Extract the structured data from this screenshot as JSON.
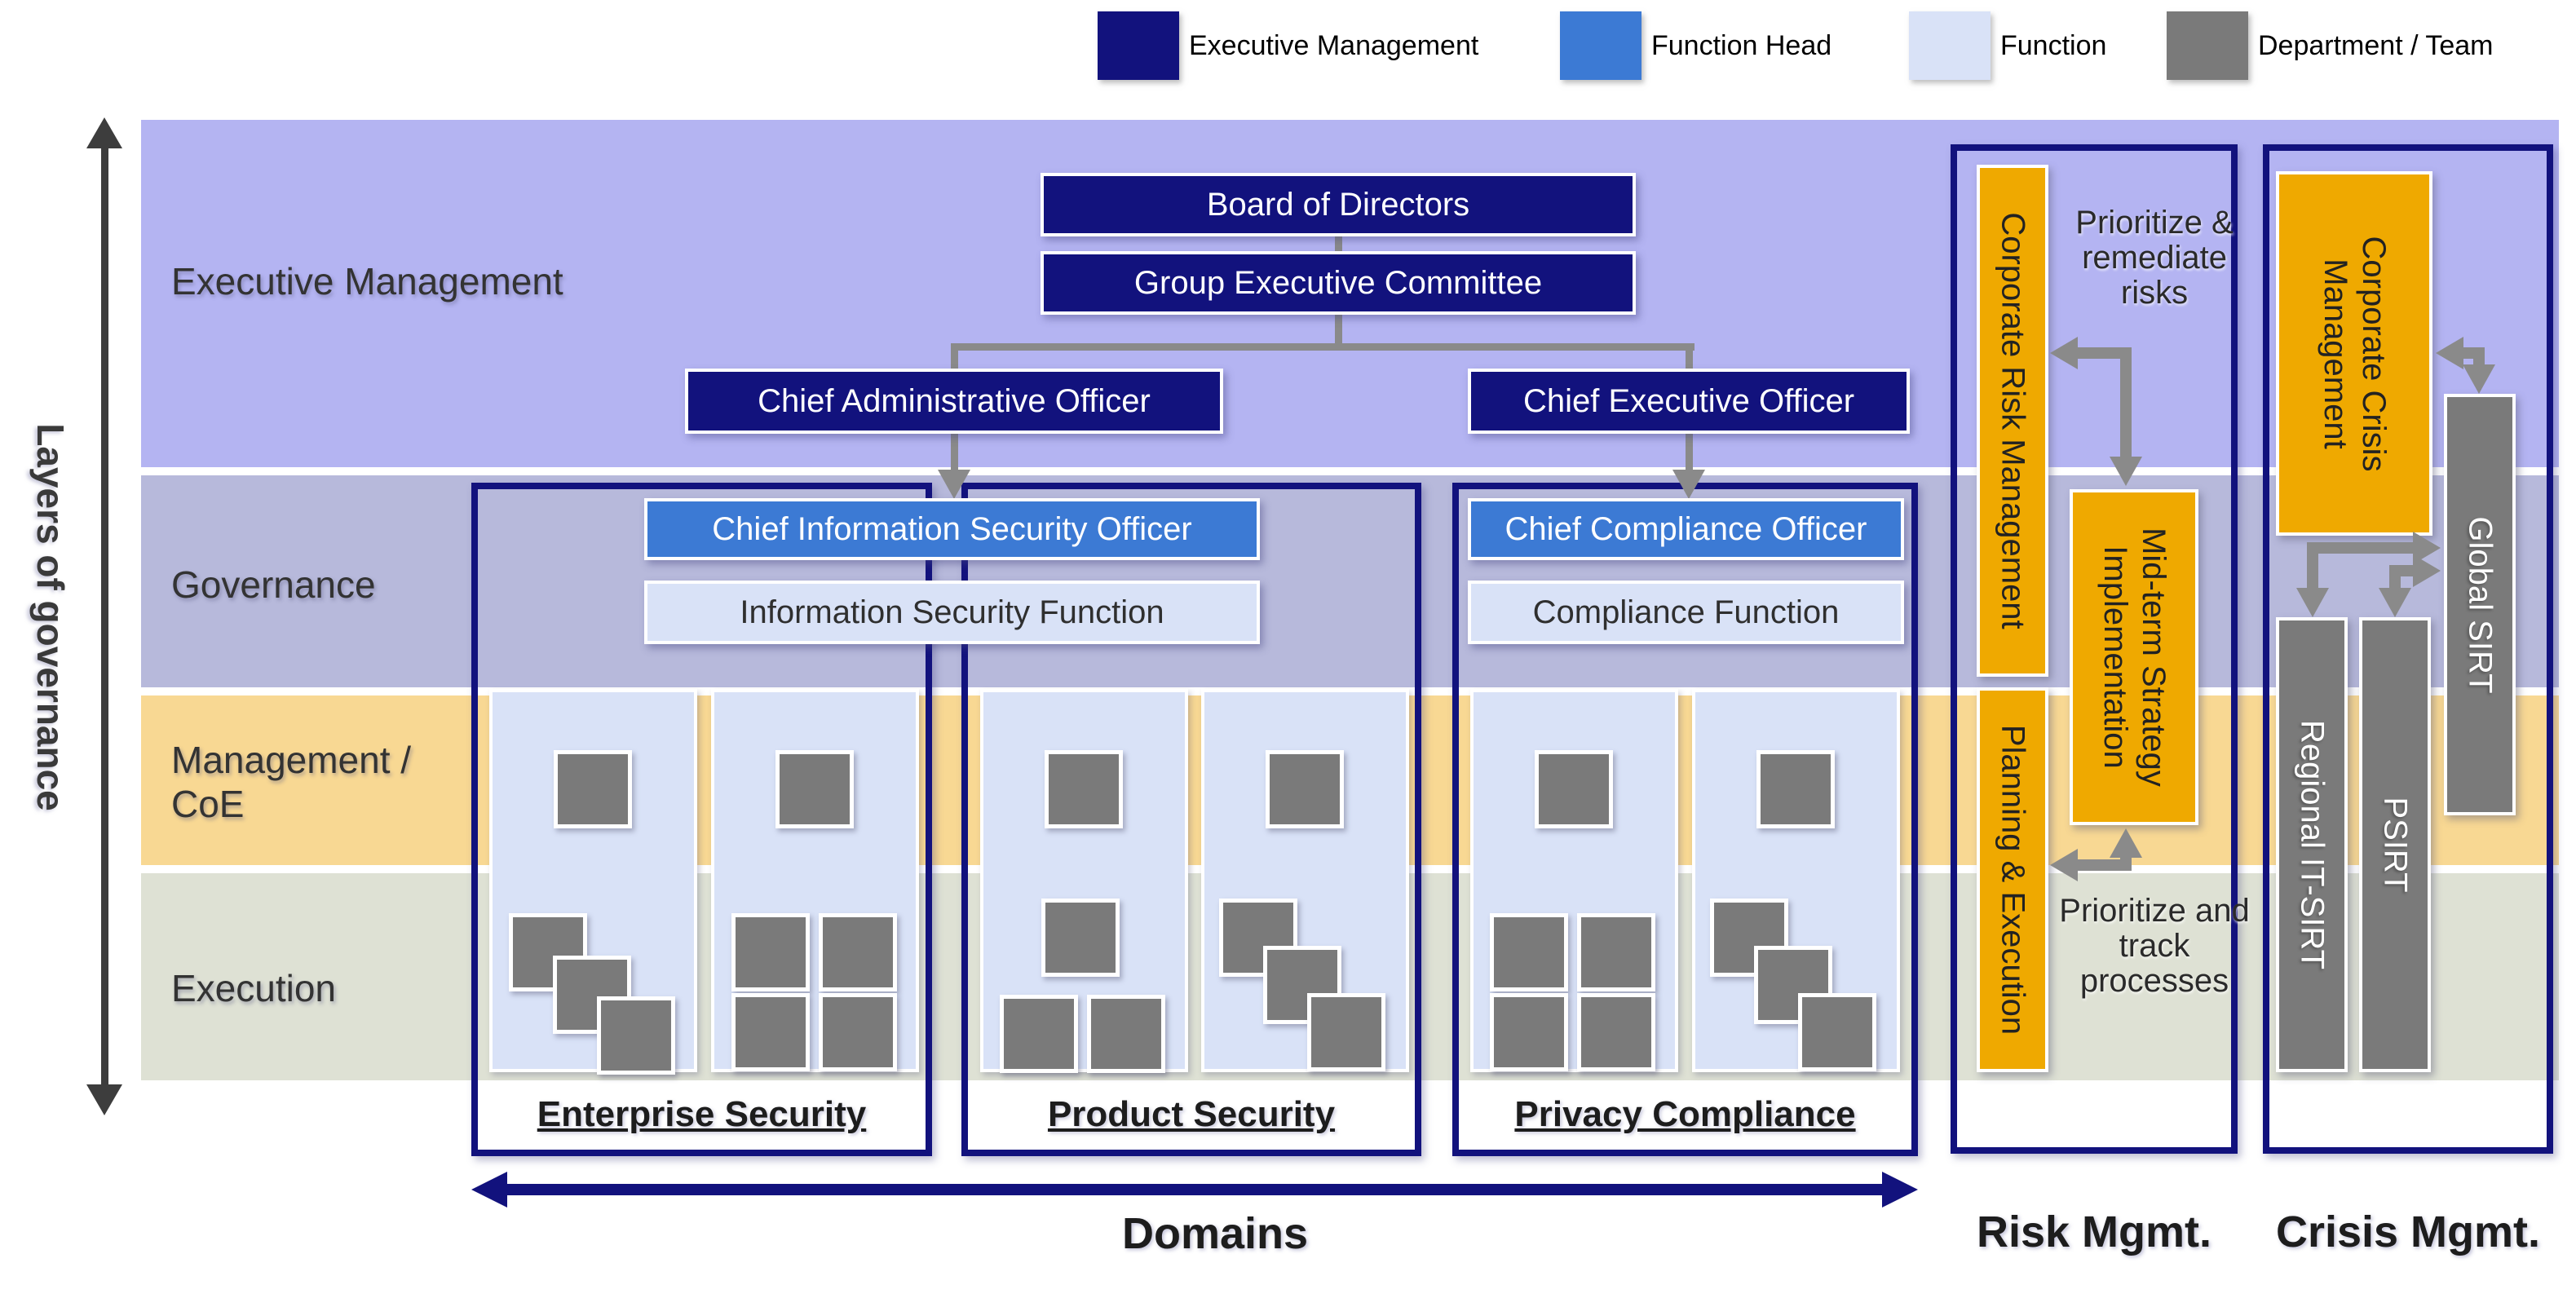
{
  "legend": {
    "items": [
      {
        "label": "Executive Management",
        "color": "#12127D"
      },
      {
        "label": "Function Head",
        "color": "#3C7AD4"
      },
      {
        "label": "Function",
        "color": "#D9E2F7"
      },
      {
        "label": "Department / Team",
        "color": "#7A7A7A"
      }
    ]
  },
  "axis_left": {
    "label": "Layers of governance"
  },
  "bands": [
    {
      "label": "Executive Management",
      "color": "#B4B4F2"
    },
    {
      "label": "Governance",
      "color": "#B7B9DB"
    },
    {
      "label": "Management / CoE",
      "color": "#F8D893"
    },
    {
      "label": "Execution",
      "color": "#DEE1D4"
    }
  ],
  "org": {
    "board": "Board of Directors",
    "gec": "Group Executive Committee",
    "cao": "Chief Administrative Officer",
    "ceo": "Chief Executive Officer",
    "ciso": "Chief Information Security Officer",
    "isf": "Information Security Function",
    "cco": "Chief Compliance Officer",
    "cf": "Compliance Function"
  },
  "domains": {
    "axis_label": "Domains",
    "items": [
      {
        "label": "Enterprise Security",
        "columns": [
          {
            "management_squares": 1,
            "execution_layout": "staircase-3"
          },
          {
            "management_squares": 1,
            "execution_layout": "grid-2x2"
          }
        ]
      },
      {
        "label": "Product Security",
        "columns": [
          {
            "management_squares": 1,
            "execution_layout": "one-top-two-bottom"
          },
          {
            "management_squares": 1,
            "execution_layout": "staircase-3"
          }
        ]
      },
      {
        "label": "Privacy Compliance",
        "columns": [
          {
            "management_squares": 1,
            "execution_layout": "grid-2x2"
          },
          {
            "management_squares": 1,
            "execution_layout": "staircase-3"
          }
        ]
      }
    ]
  },
  "risk": {
    "title": "Risk Mgmt.",
    "crm": "Corporate Risk Management",
    "mts_line1": "Mid-term Strategy",
    "mts_line2": "Implementation",
    "pe": "Planning & Execution",
    "note_top": "Prioritize & remediate risks",
    "note_bottom": "Prioritize and track processes"
  },
  "crisis": {
    "title": "Crisis Mgmt.",
    "ccm_line1": "Corporate Crisis",
    "ccm_line2": "Management",
    "global_sirt": "Global SIRT",
    "regional_sirt": "Regional IT-SIRT",
    "psirt": "PSIRT"
  },
  "colors": {
    "navy": "#12127D",
    "function_head_blue": "#3C7AD4",
    "function_light": "#D9E2F7",
    "team_gray": "#7A7A7A",
    "band_executive": "#B4B4F2",
    "band_governance": "#B7B9DB",
    "band_coe": "#F8D893",
    "band_execution": "#DEE1D4",
    "accent_orange": "#EFA900",
    "connector_gray": "#8A8A8A"
  }
}
